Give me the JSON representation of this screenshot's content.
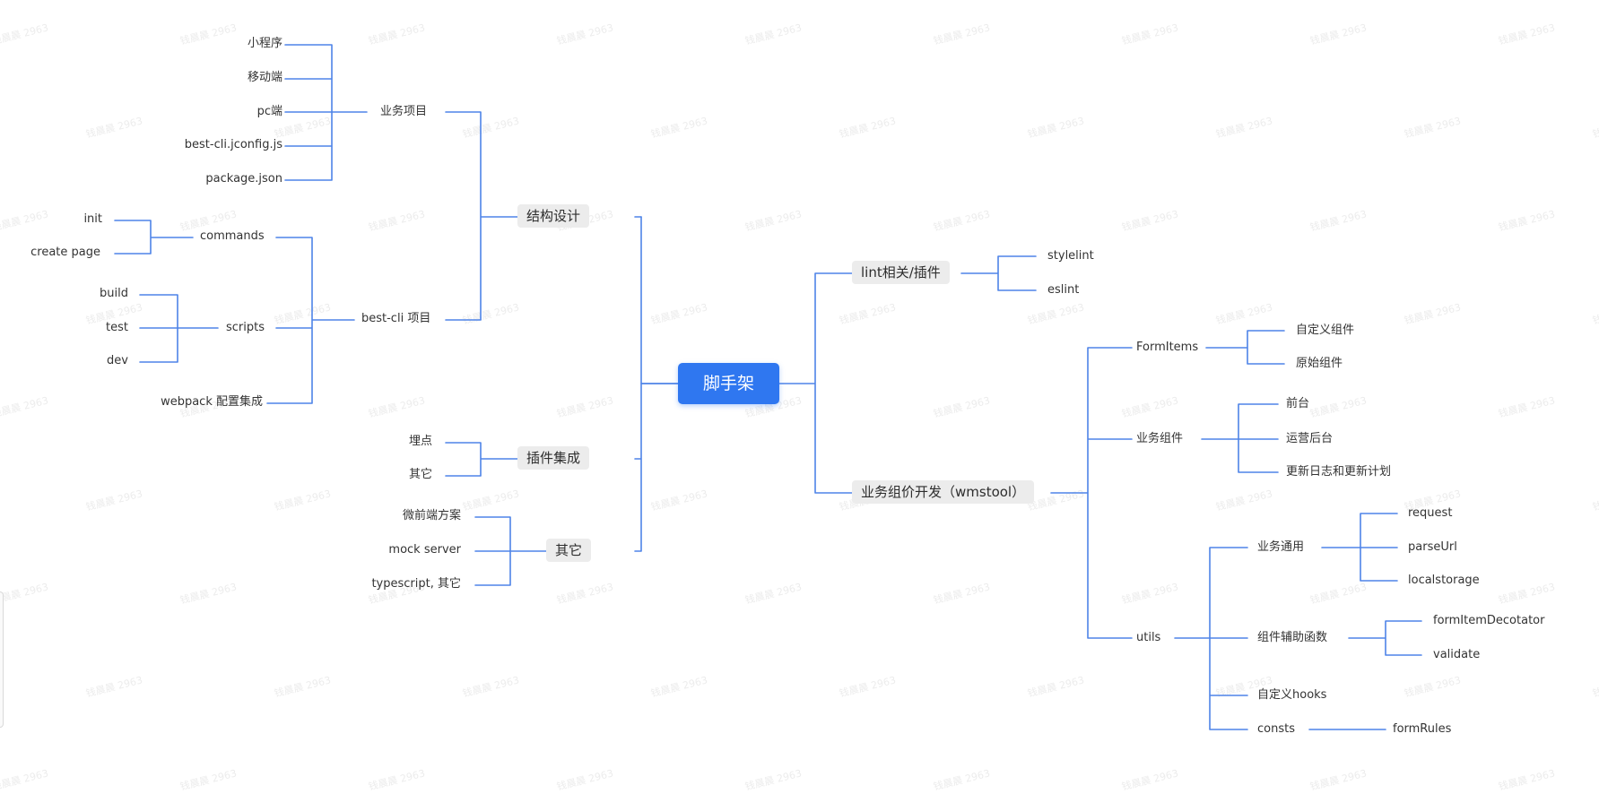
{
  "mindmap": {
    "root": "脚手架",
    "watermark": "钱晨晨 2963",
    "nodes": {
      "xiaochengxu": "小程序",
      "yidongduan": "移动端",
      "pcduan": "pc端",
      "jconfig": "best-cli.jconfig.js",
      "packagejson": "package.json",
      "yewuxiangmu": "业务项目",
      "init": "init",
      "createpage": "create page",
      "commands": "commands",
      "build": "build",
      "test": "test",
      "dev": "dev",
      "scripts": "scripts",
      "webpack": "webpack 配置集成",
      "bestcli": "best-cli 项目",
      "jiegousheji": "结构设计",
      "maidian": "埋点",
      "qita1": "其它",
      "chajianjicheng": "插件集成",
      "weiqianduan": "微前端方案",
      "mockserver": "mock server",
      "typescript": "typescript, 其它",
      "qita": "其它",
      "lint": "lint相关/插件",
      "stylelint": "stylelint",
      "eslint": "eslint",
      "zujiankaifa": "业务组价开发（wmstool）",
      "formitems": "FormItems",
      "zidingyizujian": "自定义组件",
      "yuanshizujian": "原始组件",
      "yewuzujian": "业务组件",
      "qiantai": "前台",
      "yunyinghoutai": "运营后台",
      "gengxinrizhi": "更新日志和更新计划",
      "utils": "utils",
      "yewutongyong": "业务通用",
      "request": "request",
      "parseurl": "parseUrl",
      "localstorage": "localstorage",
      "zujianfuzhu": "组件辅助函数",
      "formitemdecotator": "formItemDecotator",
      "validate": "validate",
      "zidingyihooks": "自定义hooks",
      "consts": "consts",
      "formrules": "formRules"
    }
  },
  "colors": {
    "connector": "#4e84e8",
    "root_fill": "#2f77f0",
    "branch_fill": "#ececec",
    "text": "#333333"
  }
}
